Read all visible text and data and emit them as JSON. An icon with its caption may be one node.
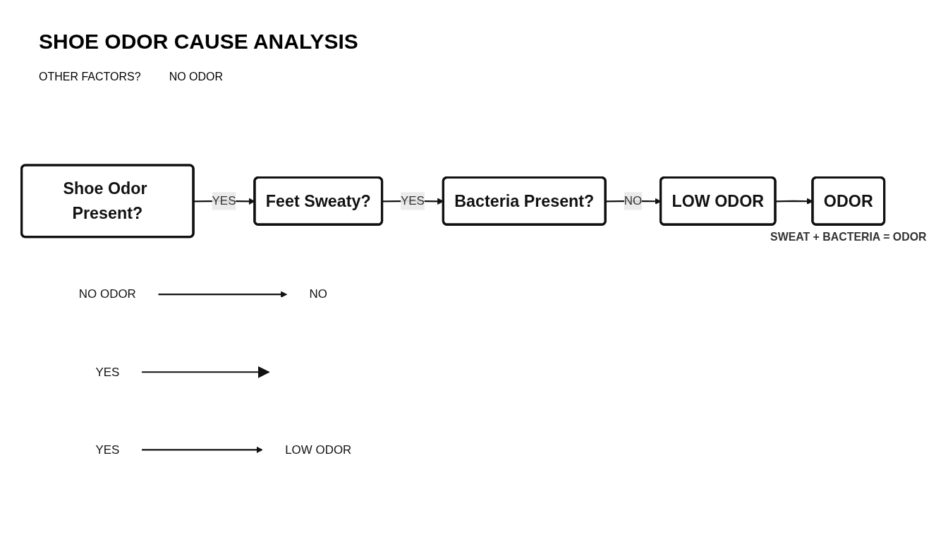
{
  "diagram": {
    "title": "SHOE ODOR CAUSE ANALYSIS",
    "nodes": [
      {
        "text": [
          "Shoe Odor Present?"
        ]
      },
      {
        "text": [
          "Feet Sweaty?"
        ]
      },
      {
        "text": [
          "Bacteria Present?"
        ]
      },
      {
        "text": [
          "LOW ODOR"
        ]
      },
      {
        "text": [
          "ODOR"
        ],
        "beside": [
          "SWEAT + BACTERIA = ODOR"
        ]
      },
      {
        "text": [
          "NO ODOR"
        ]
      },
      {
        "text": [
          "NO"
        ]
      },
      {
        "text": [
          "YES"
        ]
      },
      {
        "text": [
          "YES"
        ]
      },
      {
        "text": [
          "LOW ODOR"
        ]
      }
    ],
    "edges": [
      {
        "from": 0,
        "to": 1,
        "arrow": "to",
        "label": "YES"
      },
      {
        "from": 1,
        "to": 2,
        "arrow": "to",
        "label": "YES"
      },
      {
        "from": 2,
        "to": 3,
        "arrow": "to",
        "label": "NO"
      },
      {
        "from": 3,
        "to": 4,
        "arrow": "to"
      },
      {
        "from": 5,
        "to": 6,
        "arrow": "to"
      },
      {
        "from": 7,
        "to": null,
        "arrow": "to"
      },
      {
        "from": 8,
        "to": 9,
        "arrow": "to"
      }
    ],
    "labels": [
      "OTHER FACTORS?",
      "NO ODOR"
    ]
  }
}
